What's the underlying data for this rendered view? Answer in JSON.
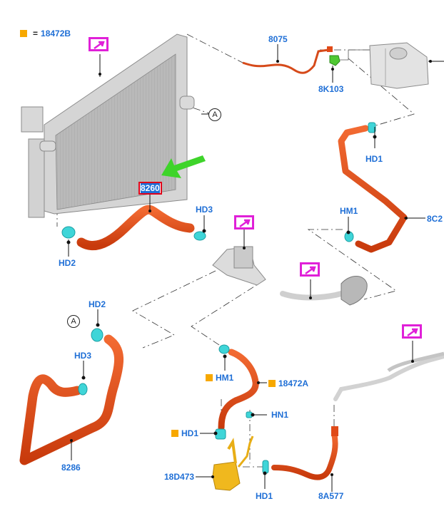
{
  "legend": {
    "marker": "orange-square",
    "equals": "=",
    "part": "18472B"
  },
  "colors": {
    "hose": "#e24a16",
    "clamp": "#3fd5d8",
    "connector": "#4fc832",
    "pump": "#f0b81e",
    "label": "#1f6fd6",
    "info": "#e020d8",
    "highlight_box": "#e0001a",
    "arrow": "#3ed42a"
  },
  "labels": {
    "p8075": "8075",
    "p8K103": "8K103",
    "p8260": "8260",
    "hd3_top": "HD3",
    "hd2_top": "HD2",
    "hd1_right": "HD1",
    "hm1_right": "HM1",
    "p8C2": "8C2",
    "hd2_left": "HD2",
    "hd3_left": "HD3",
    "p8286": "8286",
    "hm1_mid": "HM1",
    "p18472A": "18472A",
    "hn1": "HN1",
    "hd1_mid": "HD1",
    "p18D473": "18D473",
    "hd1_bottom": "HD1",
    "p8A577": "8A577"
  },
  "callouts": {
    "ref_a": "A"
  },
  "info_buttons": [
    "radiator-info",
    "thermostat-info",
    "turbo-pipe-info",
    "heater-pipe-info"
  ]
}
